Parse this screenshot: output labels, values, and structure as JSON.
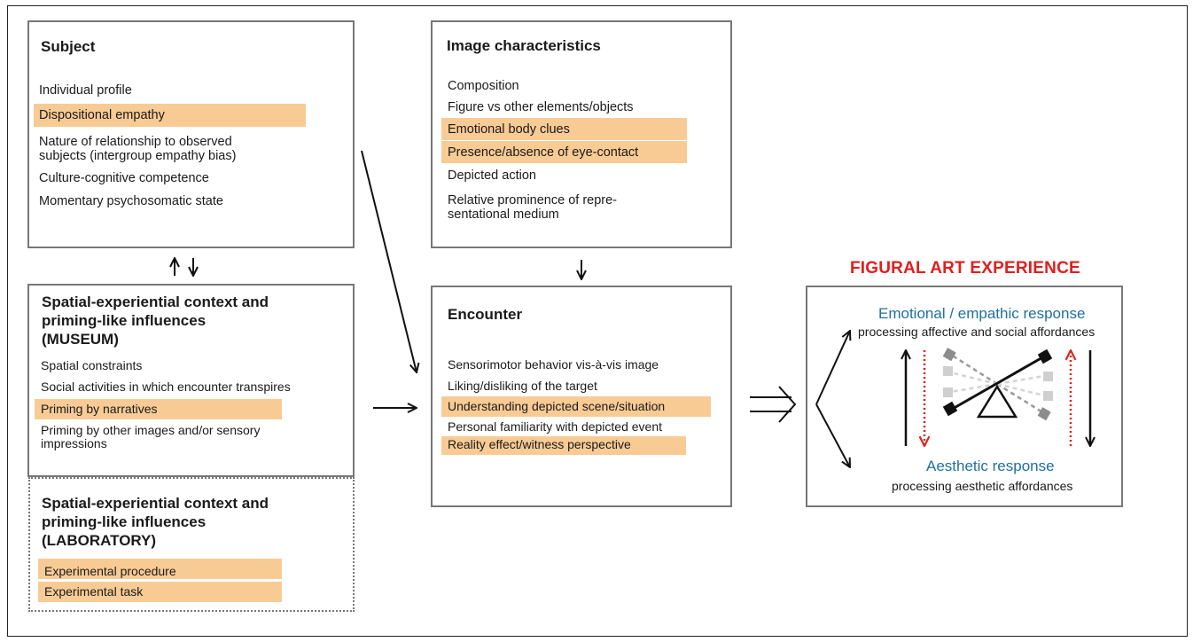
{
  "subject": {
    "title": "Subject",
    "items": [
      "Individual profile",
      "Dispositional empathy",
      "Nature of relationship to observed\nsubjects (intergroup empathy bias)",
      "Culture-cognitive competence",
      "Momentary psychosomatic state"
    ]
  },
  "image_characteristics": {
    "title": "Image characteristics",
    "items": [
      "Composition",
      "Figure vs other elements/objects",
      "Emotional body clues",
      "Presence/absence of eye-contact",
      "Depicted action",
      "Relative prominence of repre-\nsentational medium"
    ]
  },
  "museum": {
    "title": "Spatial-experiential  context and\npriming-like influences\n(MUSEUM)",
    "items": [
      "Spatial constraints",
      "Social activities in which encounter transpires",
      "Priming by narratives",
      "Priming by other images and/or sensory\nimpressions"
    ]
  },
  "laboratory": {
    "title": "Spatial-experiential context and\npriming-like influences\n(LABORATORY)",
    "items": [
      "Experimental procedure",
      "Experimental task"
    ]
  },
  "encounter": {
    "title": "Encounter",
    "items": [
      "Sensorimotor behavior vis-à-vis image",
      "Liking/disliking of the target",
      "Understanding depicted scene/situation",
      "Personal familiarity with depicted event",
      "Reality effect/witness perspective"
    ]
  },
  "experience": {
    "heading": "FIGURAL ART EXPERIENCE",
    "emotional_title": "Emotional / empathic response",
    "emotional_sub": "processing affective and social affordances",
    "aesthetic_title": "Aesthetic response",
    "aesthetic_sub": "processing aesthetic affordances"
  },
  "colors": {
    "highlight": "#f8cb95",
    "heading_red": "#e01e1e",
    "response_blue": "#1f6fa0",
    "box_border": "#777777",
    "arrow_red": "#d9261c"
  }
}
